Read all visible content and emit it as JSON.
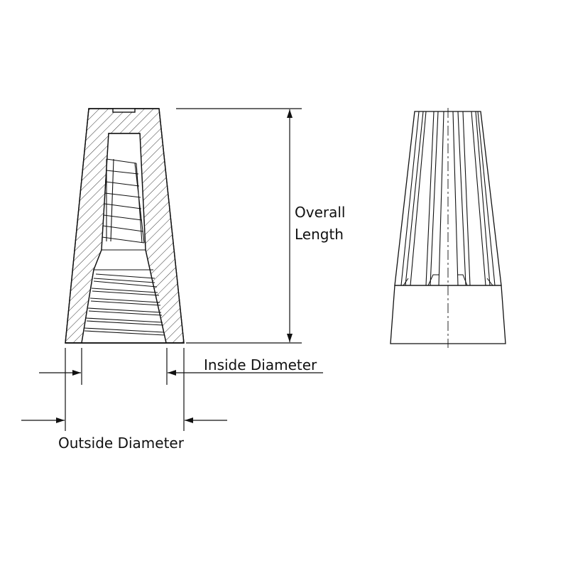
{
  "labels": {
    "overall": "Overall",
    "length": "Length",
    "inside_diameter": "Inside Diameter",
    "outside_diameter": "Outside Diameter"
  },
  "colors": {
    "line": "#111111",
    "background": "#ffffff"
  }
}
